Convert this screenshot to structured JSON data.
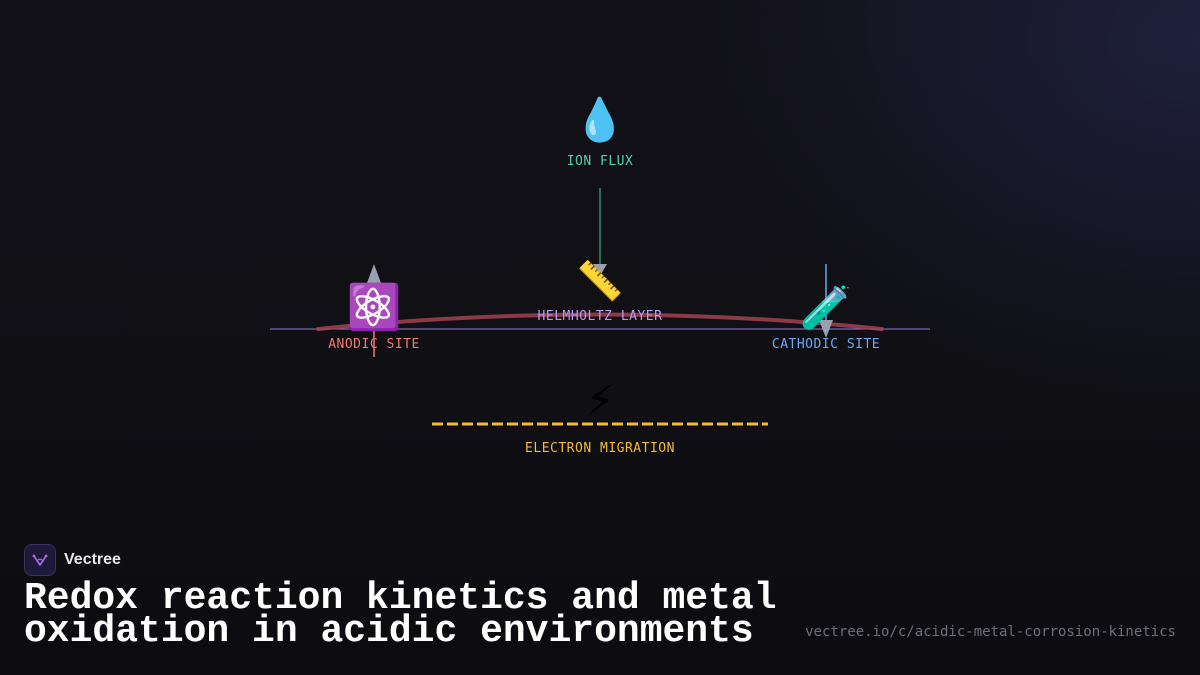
{
  "diagram": {
    "nodes": {
      "ion_flux": {
        "label": "ION FLUX",
        "icon": "water-droplet-icon",
        "glyph": "💧",
        "color": "#4fd1a5"
      },
      "helmholtz": {
        "label": "HELMHOLTZ LAYER",
        "icon": "ruler-icon",
        "glyph": "📏",
        "color": "#b79cf5"
      },
      "anodic": {
        "label": "ANODIC SITE",
        "icon": "atom-icon",
        "glyph": "⚛️",
        "color": "#f07a72"
      },
      "cathodic": {
        "label": "CATHODIC SITE",
        "icon": "test-tube-icon",
        "glyph": "🧪",
        "color": "#6aa8f5"
      },
      "electron": {
        "label": "ELECTRON MIGRATION",
        "icon": "lightning-icon",
        "glyph": "⚡",
        "color": "#f5b93a"
      }
    },
    "colors": {
      "baseline": "#8b7fe0",
      "arc": "#a0434f",
      "ion_connector": "#2f8f6a",
      "arrow": "#9aa0b0"
    }
  },
  "brand": {
    "name": "Vectree",
    "logo_icon": "vectree-logo-icon"
  },
  "title": "Redox reaction kinetics and metal oxidation in acidic environments",
  "url": "vectree.io/c/acidic-metal-corrosion-kinetics"
}
